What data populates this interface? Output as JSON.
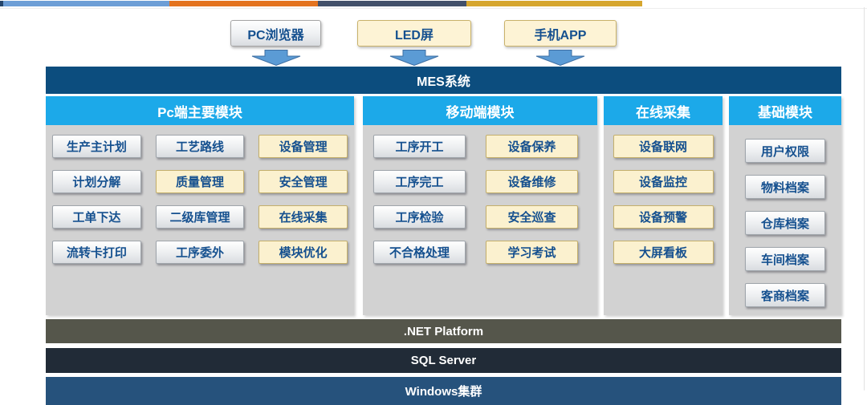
{
  "top_strip": [
    {
      "color": "#24456b"
    },
    {
      "color": "#6d9ed6"
    },
    {
      "color": "#e4731f"
    },
    {
      "color": "#42506a"
    },
    {
      "color": "#d6a62e"
    }
  ],
  "devices": [
    {
      "label": "PC浏览器",
      "style": "white"
    },
    {
      "label": "LED屏",
      "style": "cream"
    },
    {
      "label": "手机APP",
      "style": "cream"
    }
  ],
  "mes": {
    "title": "MES系统"
  },
  "panels": [
    {
      "header": "Pc端主要模块",
      "buttons": [
        {
          "label": "生产主计划",
          "style": "white"
        },
        {
          "label": "工艺路线",
          "style": "white"
        },
        {
          "label": "设备管理",
          "style": "cream"
        },
        {
          "label": "计划分解",
          "style": "white"
        },
        {
          "label": "质量管理",
          "style": "cream"
        },
        {
          "label": "安全管理",
          "style": "cream"
        },
        {
          "label": "工单下达",
          "style": "white"
        },
        {
          "label": "二级库管理",
          "style": "white"
        },
        {
          "label": "在线采集",
          "style": "cream"
        },
        {
          "label": "流转卡打印",
          "style": "white"
        },
        {
          "label": "工序委外",
          "style": "white"
        },
        {
          "label": "模块优化",
          "style": "cream"
        }
      ]
    },
    {
      "header": "移动端模块",
      "buttons": [
        {
          "label": "工序开工",
          "style": "white"
        },
        {
          "label": "设备保养",
          "style": "cream"
        },
        {
          "label": "工序完工",
          "style": "white"
        },
        {
          "label": "设备维修",
          "style": "cream"
        },
        {
          "label": "工序检验",
          "style": "white"
        },
        {
          "label": "安全巡查",
          "style": "cream"
        },
        {
          "label": "不合格处理",
          "style": "white"
        },
        {
          "label": "学习考试",
          "style": "cream"
        }
      ]
    },
    {
      "header": "在线采集",
      "buttons": [
        {
          "label": "设备联网",
          "style": "cream"
        },
        {
          "label": "设备监控",
          "style": "cream"
        },
        {
          "label": "设备预警",
          "style": "cream"
        },
        {
          "label": "大屏看板",
          "style": "cream"
        }
      ]
    },
    {
      "header": "基础模块",
      "buttons": [
        {
          "label": "用户权限",
          "style": "white"
        },
        {
          "label": "物料档案",
          "style": "white"
        },
        {
          "label": "仓库档案",
          "style": "white"
        },
        {
          "label": "车间档案",
          "style": "white"
        },
        {
          "label": "客商档案",
          "style": "white"
        }
      ]
    }
  ],
  "platform_layers": [
    {
      "label": ".NET Platform",
      "color": "#55564b"
    },
    {
      "label": "SQL Server",
      "color": "#212b37"
    },
    {
      "label": "Windows集群",
      "color": "#26527c"
    }
  ],
  "colors": {
    "mes_bar": "#0c4d7e",
    "panel_header": "#1ca9e9",
    "panel_body": "#d2d2d2",
    "button_text": "#15508f",
    "arrow_fill": "#5b9bd5",
    "arrow_border": "#3e6fa3"
  }
}
